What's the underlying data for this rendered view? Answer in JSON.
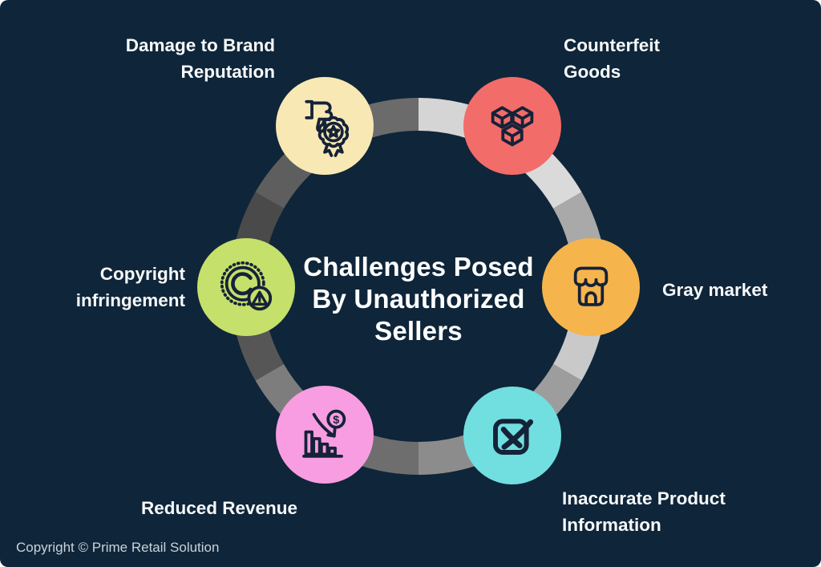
{
  "title": {
    "lines": [
      "Challenges Posed",
      "By Unauthorized",
      "Sellers"
    ]
  },
  "footer": {
    "text": "Copyright © Prime Retail Solution"
  },
  "colors": {
    "background": "#0f2539",
    "title_text": "#ffffff",
    "label_text": "#f7f9fa",
    "icon_stroke": "#152238",
    "footer_text": "#c9d3da"
  },
  "nodes": [
    {
      "name": "damage-brand-reputation",
      "label_lines": [
        "Damage to Brand",
        "Reputation"
      ],
      "circle_color": "#f8e8b4",
      "icon": "thumbs-down-badge-icon"
    },
    {
      "name": "counterfeit-goods",
      "label_lines": [
        "Counterfeit",
        "Goods"
      ],
      "circle_color": "#f26c6a",
      "icon": "stacked-boxes-icon"
    },
    {
      "name": "gray-market",
      "label_lines": [
        "Gray market"
      ],
      "circle_color": "#f6b44d",
      "icon": "storefront-icon"
    },
    {
      "name": "inaccurate-product-information",
      "label_lines": [
        "Inaccurate Product",
        "Information"
      ],
      "circle_color": "#71dee0",
      "icon": "crossed-checkbox-icon"
    },
    {
      "name": "reduced-revenue",
      "label_lines": [
        "Reduced Revenue"
      ],
      "circle_color": "#f89de1",
      "icon": "declining-chart-dollar-icon"
    },
    {
      "name": "copyright-infringement",
      "label_lines": [
        "Copyright",
        "infringement"
      ],
      "circle_color": "#c5e06b",
      "icon": "copyright-alert-icon"
    }
  ],
  "ring": {
    "segment_colors_clockwise_from_top": [
      "#d5d5d5",
      "#dadada",
      "#a9a9a9",
      "#c9c9c9",
      "#9d9d9d",
      "#8c8c8c",
      "#6e6e6e",
      "#7d7d7d",
      "#565656",
      "#4a4a4a",
      "#5e5e5e",
      "#6b6b6b"
    ]
  }
}
